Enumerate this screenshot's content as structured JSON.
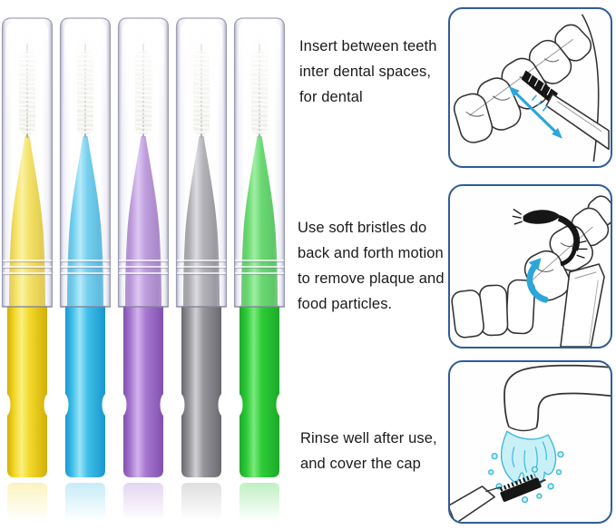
{
  "colors": {
    "panel_border": "#2e5d99",
    "arrow": "#2aa6da",
    "ink": "#333333",
    "water_fill": "#c9f0f7",
    "water_stroke": "#38b9da",
    "text": "#1b1b1b"
  },
  "brushes": [
    {
      "name": "yellow",
      "base": "#f2d829",
      "light": "#fbf07f",
      "dark": "#d3af07"
    },
    {
      "name": "blue",
      "base": "#41bfe8",
      "light": "#9ae4f8",
      "dark": "#1797cf"
    },
    {
      "name": "purple",
      "base": "#a678cf",
      "light": "#d4b4ee",
      "dark": "#8150ad"
    },
    {
      "name": "gray",
      "base": "#949499",
      "light": "#cfcfd4",
      "dark": "#69696f"
    },
    {
      "name": "green",
      "base": "#2ecb38",
      "light": "#7ce97e",
      "dark": "#1baa28"
    }
  ],
  "instructions": [
    {
      "id": "insert",
      "lines": [
        "Insert between teeth",
        "inter dental spaces,",
        "for dental"
      ]
    },
    {
      "id": "motion",
      "lines": [
        "Use soft bristles do",
        "back and forth motion",
        "to remove plaque and",
        "food particles."
      ]
    },
    {
      "id": "rinse",
      "lines": [
        "Rinse well after use,",
        "and cover the cap"
      ]
    }
  ]
}
